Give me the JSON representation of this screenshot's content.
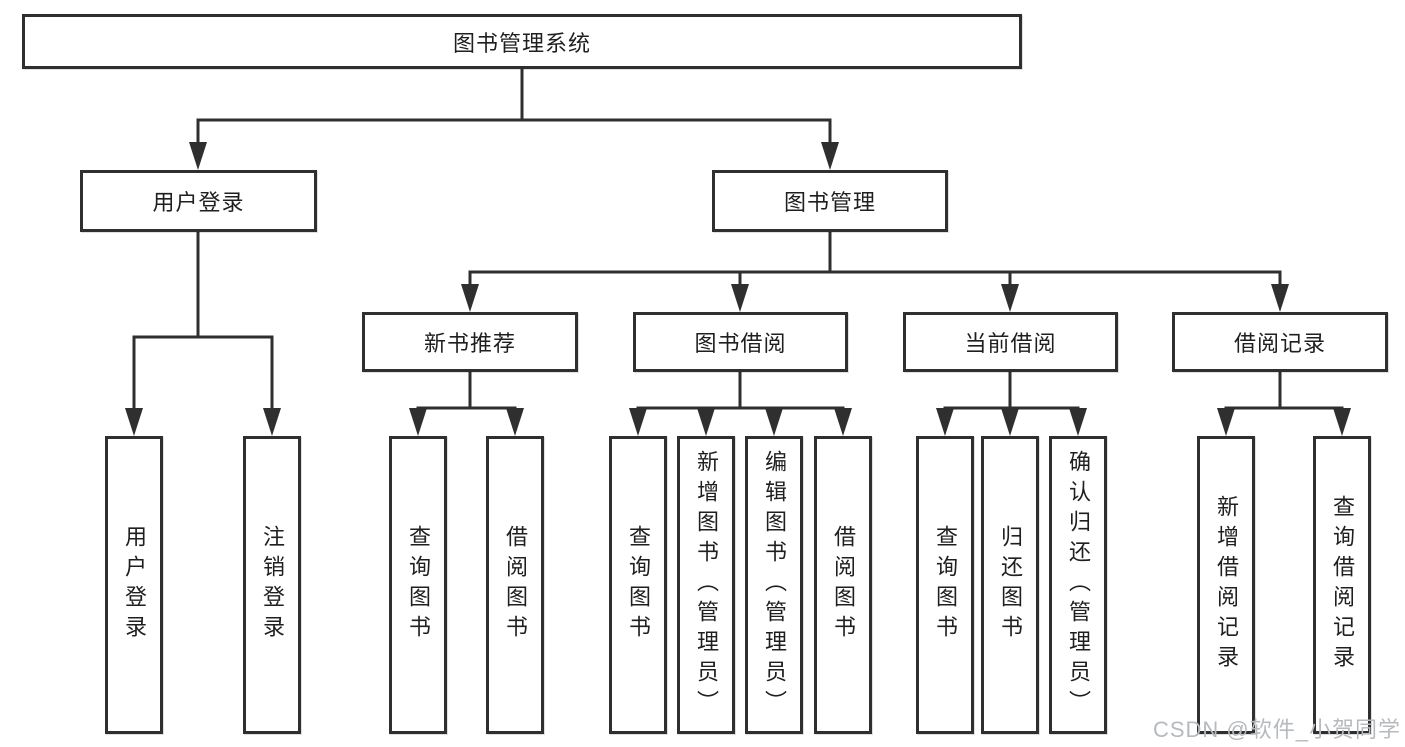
{
  "diagram": {
    "root": {
      "label": "图书管理系统"
    },
    "level2": [
      {
        "label": "用户登录"
      },
      {
        "label": "图书管理",
        "parent": "图书管理系统"
      }
    ],
    "level3": [
      {
        "label": "新书推荐",
        "parent": "图书管理"
      },
      {
        "label": "图书借阅",
        "parent": "图书管理"
      },
      {
        "label": "当前借阅",
        "parent": "图书管理"
      },
      {
        "label": "借阅记录",
        "parent": "图书管理"
      }
    ],
    "level4": [
      {
        "label": "用户登录",
        "parent": "用户登录"
      },
      {
        "label": "注销登录",
        "parent": "用户登录"
      },
      {
        "label": "查询图书",
        "parent": "新书推荐"
      },
      {
        "label": "借阅图书",
        "parent": "新书推荐"
      },
      {
        "label": "查询图书",
        "parent": "图书借阅"
      },
      {
        "label": "新增图书（管理员）",
        "parent": "图书借阅"
      },
      {
        "label": "编辑图书（管理员）",
        "parent": "图书借阅"
      },
      {
        "label": "借阅图书",
        "parent": "图书借阅"
      },
      {
        "label": "查询图书",
        "parent": "当前借阅"
      },
      {
        "label": "归还图书",
        "parent": "当前借阅"
      },
      {
        "label": "确认归还（管理员）",
        "parent": "当前借阅"
      },
      {
        "label": "新增借阅记录",
        "parent": "借阅记录"
      },
      {
        "label": "查询借阅记录",
        "parent": "借阅记录"
      }
    ]
  },
  "watermark": {
    "text": "CSDN @软件_小贺同学"
  },
  "colors": {
    "line": "#2f2f2f",
    "box_border": "#2f2f2f",
    "text": "#1f1f1f",
    "background": "#ffffff",
    "watermark": "#b6babe"
  }
}
